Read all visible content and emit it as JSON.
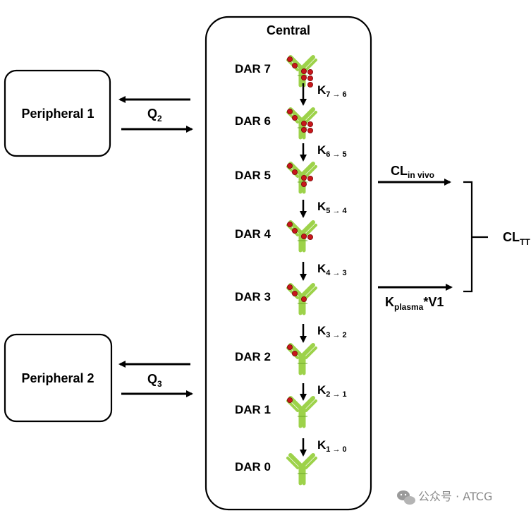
{
  "central": {
    "title": "Central"
  },
  "peripherals": [
    {
      "label": "Peripheral 1",
      "flow": "Q",
      "flow_sub": "2"
    },
    {
      "label": "Peripheral 2",
      "flow": "Q",
      "flow_sub": "3"
    }
  ],
  "states": [
    {
      "label": "DAR 7",
      "drugs": 7
    },
    {
      "label": "DAR 6",
      "drugs": 6
    },
    {
      "label": "DAR 5",
      "drugs": 5
    },
    {
      "label": "DAR 4",
      "drugs": 4
    },
    {
      "label": "DAR 3",
      "drugs": 3
    },
    {
      "label": "DAR 2",
      "drugs": 2
    },
    {
      "label": "DAR 1",
      "drugs": 1
    },
    {
      "label": "DAR 0",
      "drugs": 0
    }
  ],
  "transitions": [
    {
      "k": "K",
      "sub": "7 → 6"
    },
    {
      "k": "K",
      "sub": "6 → 5"
    },
    {
      "k": "K",
      "sub": "5 → 4"
    },
    {
      "k": "K",
      "sub": "4 → 3"
    },
    {
      "k": "K",
      "sub": "3 → 2"
    },
    {
      "k": "K",
      "sub": "2 → 1"
    },
    {
      "k": "K",
      "sub": "1 → 0"
    }
  ],
  "clearance": {
    "in_vivo": {
      "main": "CL",
      "sub": "in vivo"
    },
    "plasma": {
      "main": "K",
      "sub": "plasma",
      "suffix": "*V1"
    },
    "total": {
      "main": "CL",
      "sub": "TT"
    }
  },
  "watermark": "公众号 · ATCG",
  "colors": {
    "antibody": "#9dd24a",
    "antibody_edge": "#6aa82a",
    "drug": "#c8161b",
    "drug_edge": "#7a0a0c"
  }
}
